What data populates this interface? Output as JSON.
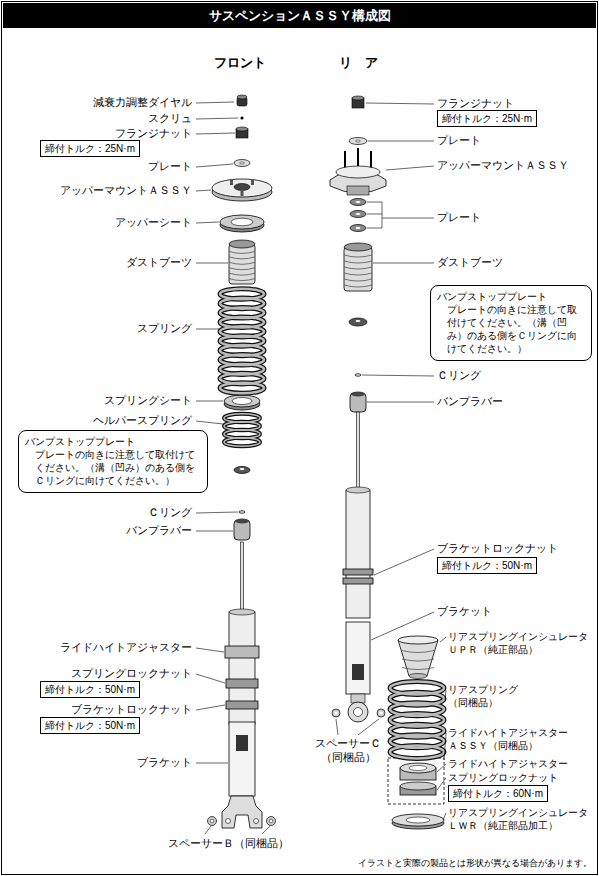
{
  "diagram": {
    "title": "サスペンションＡＳＳＹ構成図",
    "caption": "イラストと実際の製品とは形状が異なる場合があります。",
    "nodes": [
      {
        "text": [
          "締付トルク：25N·m"
        ]
      },
      {
        "text": [
          "締付トルク：25N·m"
        ]
      },
      {
        "text": [
          "バンプストッププレート",
          "プレートの向きに注意して取付けてください。（溝（凹み）のある側をＣリングに向けてください。）"
        ]
      },
      {
        "text": [
          "バンプストッププレート",
          "プレートの向きに注意して取付けてください。（溝（凹み）のある側をＣリングに向けてください。）"
        ]
      },
      {
        "text": [
          "締付トルク：50N·m"
        ]
      },
      {
        "text": [
          "締付トルク：50N·m"
        ]
      },
      {
        "text": [
          "締付トルク：50N·m"
        ]
      },
      {
        "text": [
          "締付トルク：60N·m"
        ]
      }
    ],
    "labels": [
      "フロント",
      "リ　ア",
      "減衰力調整ダイヤル",
      "スクリュ",
      "フランジナット",
      "プレート",
      "アッパーマウントＡＳＳＹ",
      "アッパーシート",
      "ダストブーツ",
      "スプリング",
      "スプリングシート",
      "ヘルパースプリング",
      "Ｃリング",
      "バンプラバー",
      "ライドハイトアジャスター",
      "スプリングロックナット",
      "ブラケットロックナット",
      "ブラケット",
      "スペーサーＢ（同梱品）",
      "フランジナット",
      "プレート",
      "アッパーマウントＡＳＳＹ",
      "プレート",
      "ダストブーツ",
      "Ｃリング",
      "バンプラバー",
      "ブラケットロックナット",
      "ブラケット",
      "スペーサーＣ （同梱品）",
      "リアスプリングインシュレータ ＵＰＲ（純正部品）",
      "リアスプリング （同梱品）",
      "ライドハイトアジャスター ＡＳＳＹ（同梱品）",
      "ライドハイトアジャスター",
      "スプリングロックナット",
      "リアスプリングインシュレータ ＬＷＲ（純正部品加工）"
    ]
  }
}
